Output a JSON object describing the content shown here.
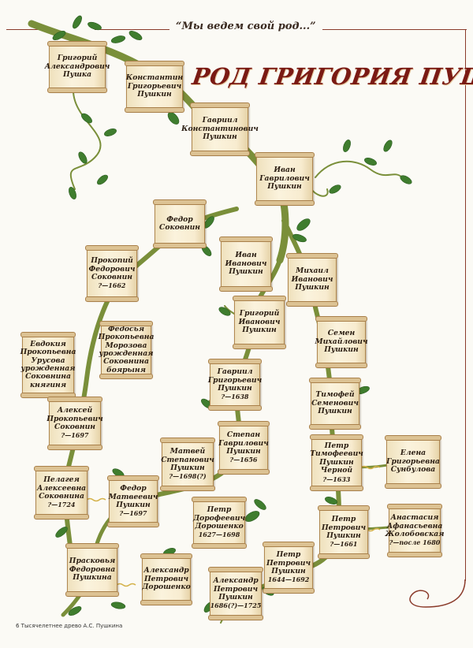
{
  "header": {
    "motto": "“Мы ведем свой род...”",
    "title": "РОД ГРИГОРИЯ ПУШКИ"
  },
  "footer": {
    "text": "6  Тысячелетнее древо А.С. Пушкина"
  },
  "colors": {
    "branch": "#7a8f3a",
    "leaf": "#3f7d2e",
    "accent": "#7a1a14",
    "parchment": "#f6ecd2"
  },
  "people": [
    {
      "id": "grigory",
      "lines": [
        "Григорий",
        "Александрович",
        "Пушка"
      ],
      "years": ""
    },
    {
      "id": "konstantin",
      "lines": [
        "Константин",
        "Григорьевич",
        "Пушкин"
      ],
      "years": ""
    },
    {
      "id": "gavriil1",
      "lines": [
        "Гавриил",
        "Константинович",
        "Пушкин"
      ],
      "years": ""
    },
    {
      "id": "ivan_g",
      "lines": [
        "Иван",
        "Гаврилович",
        "Пушкин"
      ],
      "years": ""
    },
    {
      "id": "fedor_s",
      "lines": [
        "Федор",
        "Соковнин"
      ],
      "years": ""
    },
    {
      "id": "ivan_i",
      "lines": [
        "Иван",
        "Иванович",
        "Пушкин"
      ],
      "years": ""
    },
    {
      "id": "mikhail",
      "lines": [
        "Михаил",
        "Иванович",
        "Пушкин"
      ],
      "years": ""
    },
    {
      "id": "prokopy",
      "lines": [
        "Прокопий",
        "Федорович",
        "Соковнин"
      ],
      "years": "?—1662"
    },
    {
      "id": "grigory_i",
      "lines": [
        "Григорий",
        "Иванович",
        "Пушкин"
      ],
      "years": ""
    },
    {
      "id": "semen",
      "lines": [
        "Семен",
        "Михайлович",
        "Пушкин"
      ],
      "years": ""
    },
    {
      "id": "evdokia",
      "lines": [
        "Евдокия",
        "Прокопьевна",
        "Урусова",
        "урожденная",
        "Соковнина",
        "княгиня"
      ],
      "years": ""
    },
    {
      "id": "fedosia",
      "lines": [
        "Федосья",
        "Прокопьевна",
        "Морозова",
        "урожденная",
        "Соковнина",
        "боярыня"
      ],
      "years": ""
    },
    {
      "id": "gavriil2",
      "lines": [
        "Гавриил",
        "Григорьевич",
        "Пушкин"
      ],
      "years": "?—1638"
    },
    {
      "id": "timofey",
      "lines": [
        "Тимофей",
        "Семенович",
        "Пушкин"
      ],
      "years": ""
    },
    {
      "id": "aleksey",
      "lines": [
        "Алексей",
        "Прокопьевич",
        "Соковнин"
      ],
      "years": "?—1697"
    },
    {
      "id": "stepan",
      "lines": [
        "Степан",
        "Гаврилович",
        "Пушкин"
      ],
      "years": "?—1656"
    },
    {
      "id": "matvey",
      "lines": [
        "Матвей",
        "Степанович",
        "Пушкин"
      ],
      "years": "?—1698(?)"
    },
    {
      "id": "petr_t",
      "lines": [
        "Петр",
        "Тимофеевич",
        "Пушкин",
        "Черной"
      ],
      "years": "?—1633"
    },
    {
      "id": "elena",
      "lines": [
        "Елена",
        "Григорьевна",
        "Сунбулова"
      ],
      "years": ""
    },
    {
      "id": "pelageya",
      "lines": [
        "Пелагея",
        "Алексеевна",
        "Соковнина"
      ],
      "years": "?—1724"
    },
    {
      "id": "fedor_m",
      "lines": [
        "Федор",
        "Матвеевич",
        "Пушкин"
      ],
      "years": "?—1697"
    },
    {
      "id": "petr_d",
      "lines": [
        "Петр",
        "Дорофеевич",
        "Дорошенко"
      ],
      "years": "1627—1698"
    },
    {
      "id": "petr_p1",
      "lines": [
        "Петр",
        "Петрович",
        "Пушкин"
      ],
      "years": "?—1661"
    },
    {
      "id": "anastasia",
      "lines": [
        "Анастасия",
        "Афанасьевна",
        "Жолобовская"
      ],
      "years": "?—после 1680"
    },
    {
      "id": "praskovya",
      "lines": [
        "Прасковья",
        "Федоровна",
        "Пушкина"
      ],
      "years": ""
    },
    {
      "id": "aleksandr_d",
      "lines": [
        "Александр",
        "Петрович",
        "Дорошенко"
      ],
      "years": ""
    },
    {
      "id": "petr_p2",
      "lines": [
        "Петр",
        "Петрович",
        "Пушкин"
      ],
      "years": "1644—1692"
    },
    {
      "id": "aleksandr_p",
      "lines": [
        "Александр",
        "Петрович",
        "Пушкин"
      ],
      "years": "1686(?)—1725"
    }
  ]
}
